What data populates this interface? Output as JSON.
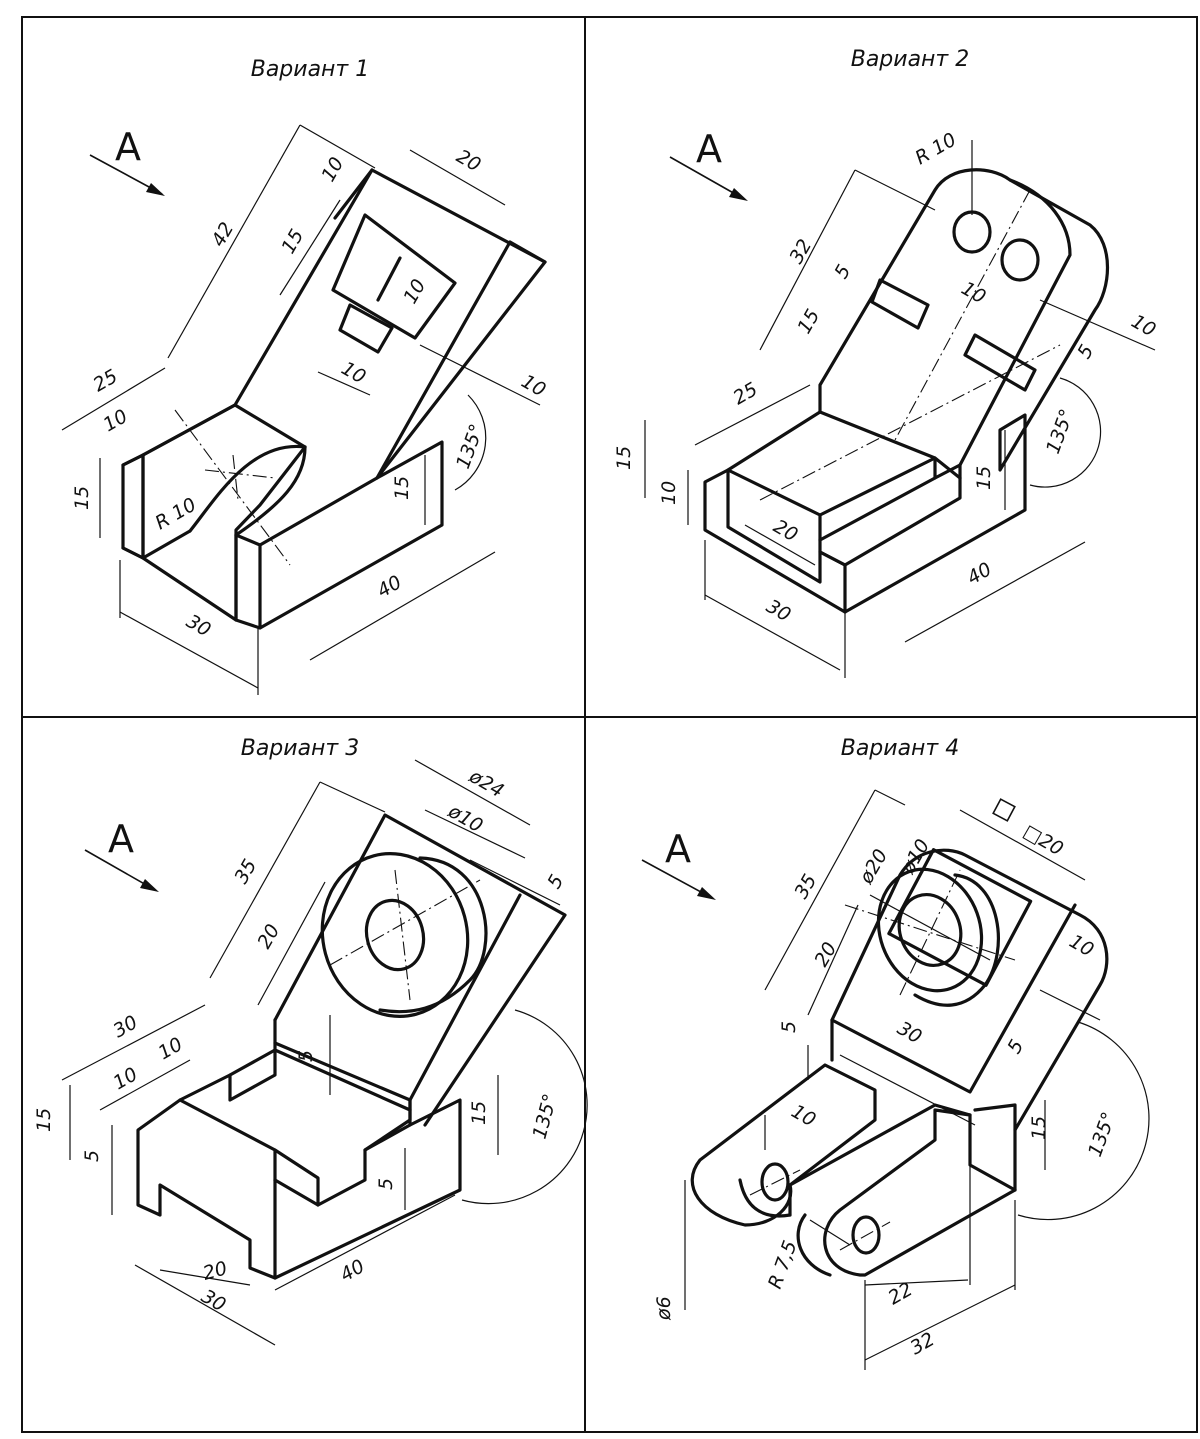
{
  "sheet": {
    "view_letter": "A",
    "variants": [
      {
        "title": "Вариант 1",
        "dims": [
          "42",
          "25",
          "10",
          "20",
          "10",
          "15",
          "10",
          "10",
          "10",
          "15",
          "R 10",
          "15",
          "30",
          "40",
          "135°"
        ]
      },
      {
        "title": "Вариант 2",
        "dims": [
          "R 10",
          "32",
          "5",
          "15",
          "10",
          "10",
          "5",
          "25",
          "15",
          "10",
          "20",
          "15",
          "30",
          "40",
          "135°"
        ]
      },
      {
        "title": "Вариант 3",
        "dims": [
          "ø24",
          "ø10",
          "35",
          "20",
          "5",
          "30",
          "10",
          "10",
          "5",
          "15",
          "5",
          "15",
          "5",
          "20",
          "30",
          "40",
          "135°"
        ]
      },
      {
        "title": "Вариант 4",
        "dims": [
          "□20",
          "ø20",
          "ø10",
          "35",
          "20",
          "10",
          "5",
          "30",
          "5",
          "10",
          "15",
          "ø6",
          "R 7,5",
          "22",
          "32",
          "135°"
        ]
      }
    ]
  }
}
